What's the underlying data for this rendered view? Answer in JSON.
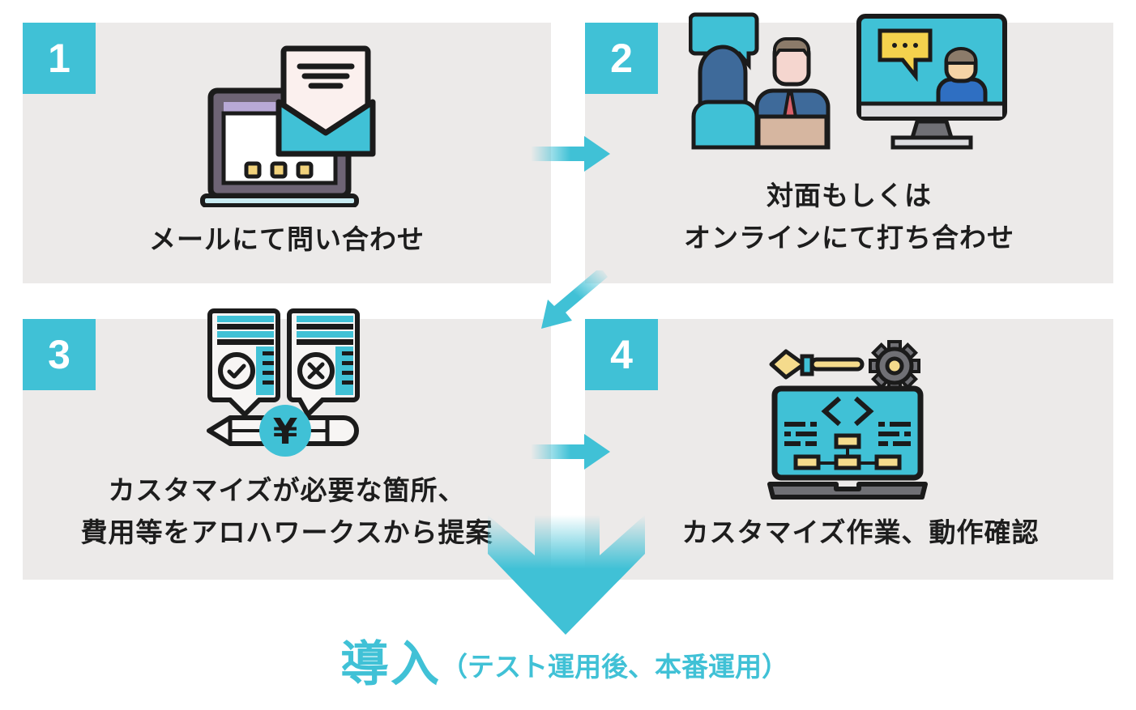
{
  "steps": [
    {
      "number": "1",
      "label_lines": [
        "メールにて問い合わせ"
      ],
      "icon": "email-laptop-icon"
    },
    {
      "number": "2",
      "label_lines": [
        "対面もしくは",
        "オンラインにて打ち合わせ"
      ],
      "icon": "meeting-icon"
    },
    {
      "number": "3",
      "label_lines": [
        "カスタマイズが必要な箇所、",
        "費用等をアロハワークスから提案"
      ],
      "icon": "proposal-yen-icon"
    },
    {
      "number": "4",
      "label_lines": [
        "カスタマイズ作業、動作確認"
      ],
      "icon": "coding-laptop-icon"
    }
  ],
  "final": {
    "title": "導入",
    "note": "（テスト運用後、本番運用）"
  },
  "colors": {
    "accent": "#40C1D6",
    "card_bg": "#ECEAE9",
    "text": "#1D1D1D"
  }
}
